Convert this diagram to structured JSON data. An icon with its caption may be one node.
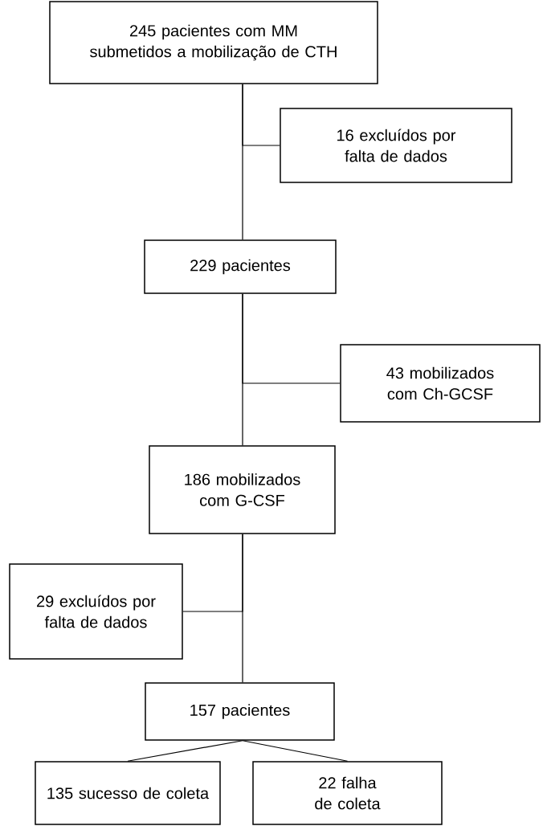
{
  "diagram": {
    "nodes": [
      {
        "text": [
          "245 pacientes com MM submetidos a mobilização de CTH"
        ]
      },
      {
        "text": [
          "16 excluídos por falta de dados"
        ]
      },
      {
        "text": [
          "229 pacientes"
        ]
      },
      {
        "text": [
          "43 mobilizados com Ch-GCSF"
        ]
      },
      {
        "text": [
          "186 mobilizados com G-CSF"
        ]
      },
      {
        "text": [
          "29 excluídos por falta de dados"
        ]
      },
      {
        "text": [
          "157 pacientes"
        ]
      },
      {
        "text": [
          "135 sucesso de coleta"
        ]
      },
      {
        "text": [
          "22 falha de coleta"
        ]
      }
    ],
    "edges": [
      {
        "from": 0,
        "to": 2,
        "arrow": "none"
      },
      {
        "from": 0,
        "to": 1,
        "arrow": "none"
      },
      {
        "from": 2,
        "to": 4,
        "arrow": "none"
      },
      {
        "from": 2,
        "to": 3,
        "arrow": "none"
      },
      {
        "from": 4,
        "to": 6,
        "arrow": "none"
      },
      {
        "from": 4,
        "to": 5,
        "arrow": "none"
      },
      {
        "from": 6,
        "to": 7,
        "arrow": "none"
      },
      {
        "from": 6,
        "to": 8,
        "arrow": "none"
      }
    ]
  }
}
